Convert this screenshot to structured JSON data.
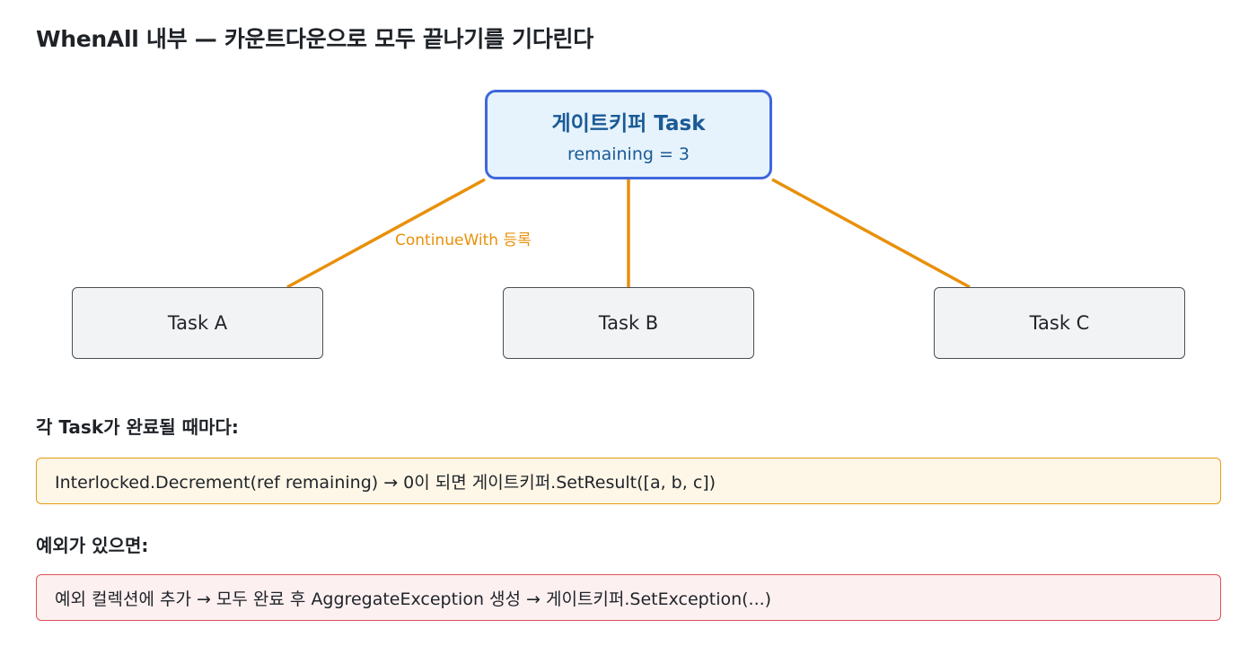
{
  "title": "WhenAll 내부 — 카운트다운으로 모두 끝나기를 기다린다",
  "gatekeeper": {
    "title": "게이트키퍼 Task",
    "subtitle": "remaining = 3"
  },
  "edge_label": "ContinueWith 등록",
  "tasks": [
    {
      "label": "Task A"
    },
    {
      "label": "Task B"
    },
    {
      "label": "Task C"
    }
  ],
  "on_complete": {
    "heading": "각 Task가 완료될 때마다:",
    "text": "Interlocked.Decrement(ref remaining) → 0이 되면 게이트키퍼.SetResult([a, b, c])"
  },
  "on_exception": {
    "heading": "예외가 있으면:",
    "text": "예외 컬렉션에 추가 → 모두 완료 후 AggregateException 생성 → 게이트키퍼.SetException(...)"
  },
  "colors": {
    "gatekeeper_border": "#3f67dc",
    "gatekeeper_fill": "#e6f3fc",
    "gatekeeper_text": "#1a5a96",
    "connector": "#e8900a",
    "task_fill": "#f2f3f5",
    "complete_border": "#e59d12",
    "complete_fill": "#fef6e7",
    "exception_border": "#dd4e58",
    "exception_fill": "#fdf0f1"
  }
}
